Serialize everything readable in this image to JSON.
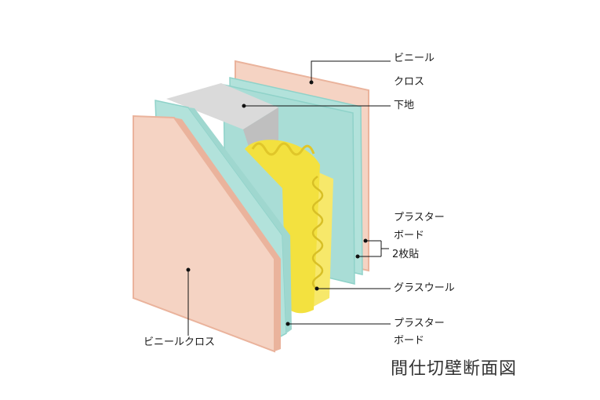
{
  "diagram": {
    "title": "間仕切壁断面図",
    "labels": {
      "vinyl_right_line1": "ビニール",
      "vinyl_right_line2": "クロス",
      "substrate": "下地",
      "plaster_upper_line1": "プラスター",
      "plaster_upper_line2": "ボード",
      "two_layers": "2枚貼",
      "glass_wool": "グラスウール",
      "plaster_lower_line1": "プラスター",
      "plaster_lower_line2": "ボード",
      "vinyl_left": "ビニールクロス"
    },
    "colors": {
      "vinyl_cloth": "#f5d3c3",
      "vinyl_cloth_edge": "#eab39c",
      "plaster_board": "#b2e2db",
      "plaster_board_edge": "#8fd2c9",
      "substrate": "#dadada",
      "substrate_dark": "#bfbfbf",
      "glass_wool": "#f3e13f",
      "glass_wool_side": "#f7e86a",
      "leader_line": "#111111"
    }
  }
}
